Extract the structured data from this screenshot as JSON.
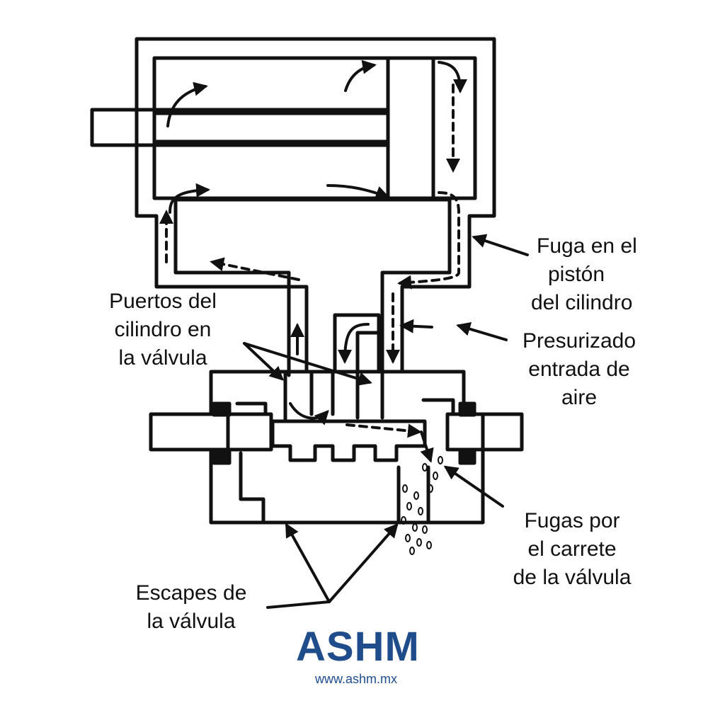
{
  "labels": {
    "piston_leak": [
      "Fuga en el",
      "pistón",
      "del cilindro"
    ],
    "cylinder_ports": [
      "Puertos del",
      "cilindro en",
      "la válvula"
    ],
    "pressurized_air": [
      "Presurizado",
      "entrada de",
      "aire"
    ],
    "spool_leak": [
      "Fugas por",
      "el carrete",
      "de la válvula"
    ],
    "valve_exhausts": [
      "Escapes de",
      "la válvula"
    ]
  },
  "logo": {
    "word": "ASHM",
    "url": "www.ashm.mx"
  },
  "colors": {
    "ink": "#111111",
    "brand": "#1f4d8c"
  }
}
